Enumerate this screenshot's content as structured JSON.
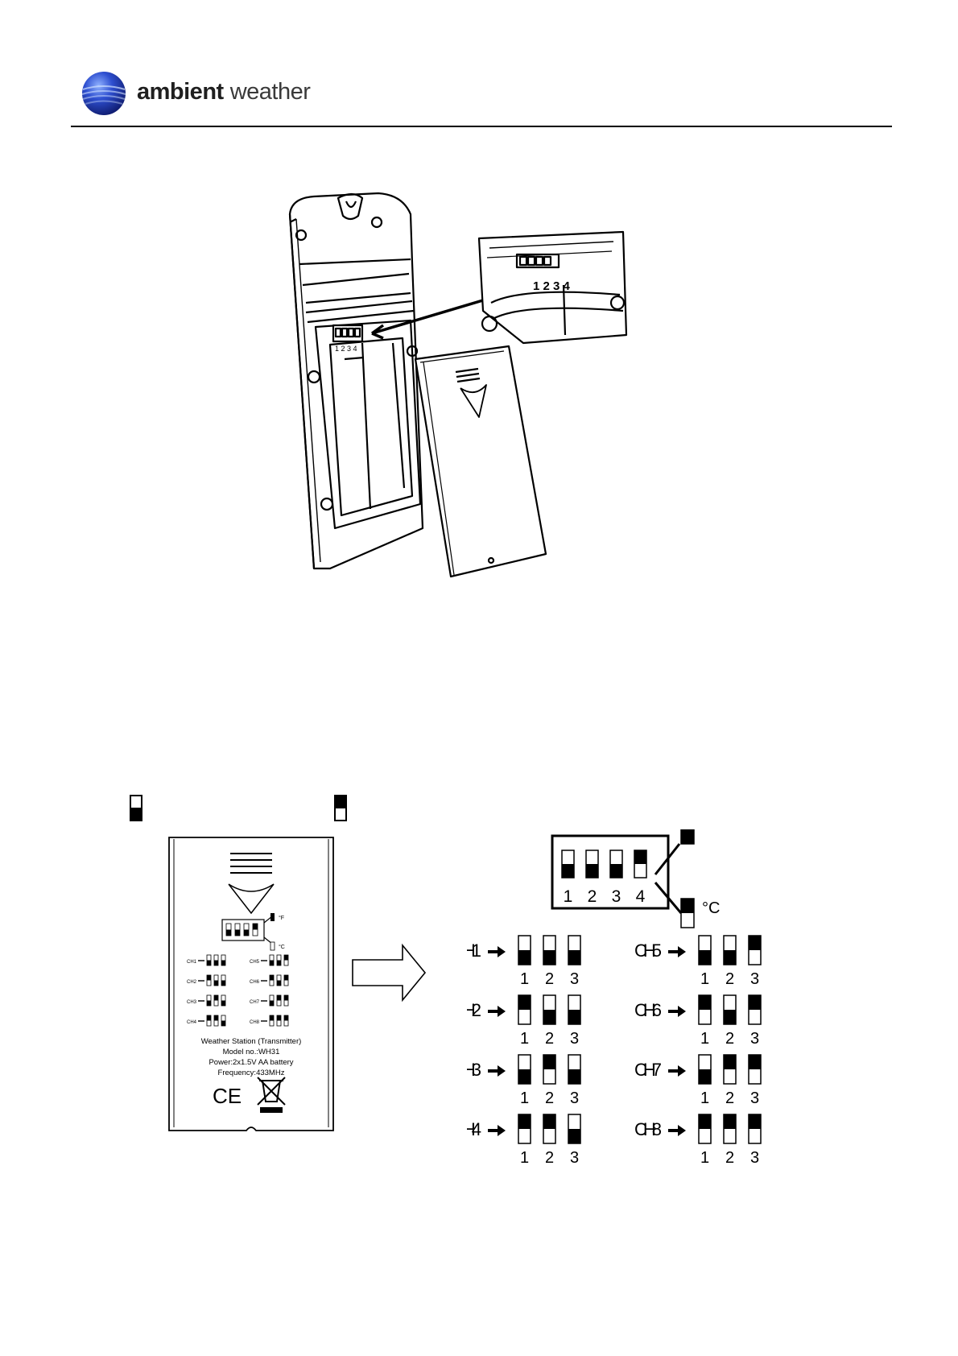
{
  "header": {
    "brand_bold": "ambient",
    "brand_regular": "weather",
    "logo_icon": "globe-logo-icon"
  },
  "colors": {
    "logo_blue": "#1c35a8",
    "logo_light": "#5d86e6",
    "ink": "#000000"
  },
  "dip_figure": {
    "positions": [
      "1",
      "2",
      "3",
      "4"
    ],
    "units": {
      "fahrenheit": "°F",
      "celsius": "°C"
    },
    "switch_4_state": "up",
    "channels": [
      {
        "label": "CH1",
        "switches": [
          "down",
          "down",
          "down"
        ]
      },
      {
        "label": "CH2",
        "switches": [
          "up",
          "down",
          "down"
        ]
      },
      {
        "label": "CH3",
        "switches": [
          "down",
          "up",
          "down"
        ]
      },
      {
        "label": "CH4",
        "switches": [
          "up",
          "up",
          "down"
        ]
      },
      {
        "label": "CH5",
        "switches": [
          "down",
          "down",
          "up"
        ]
      },
      {
        "label": "CH6",
        "switches": [
          "up",
          "down",
          "up"
        ]
      },
      {
        "label": "CH7",
        "switches": [
          "down",
          "up",
          "up"
        ]
      },
      {
        "label": "CH8",
        "switches": [
          "up",
          "up",
          "up"
        ]
      }
    ],
    "switch_numbers": [
      "1",
      "2",
      "3"
    ]
  },
  "label_panel": {
    "lines": [
      "Weather Station (Transmitter)",
      "Model no.:WH31",
      "Power:2x1.5V  AA battery",
      "Frequency:433MHz"
    ],
    "marks": [
      "CE",
      "weee-bin-icon"
    ]
  },
  "device_figure": {
    "zoom_numbers": "1 2 3 4"
  }
}
